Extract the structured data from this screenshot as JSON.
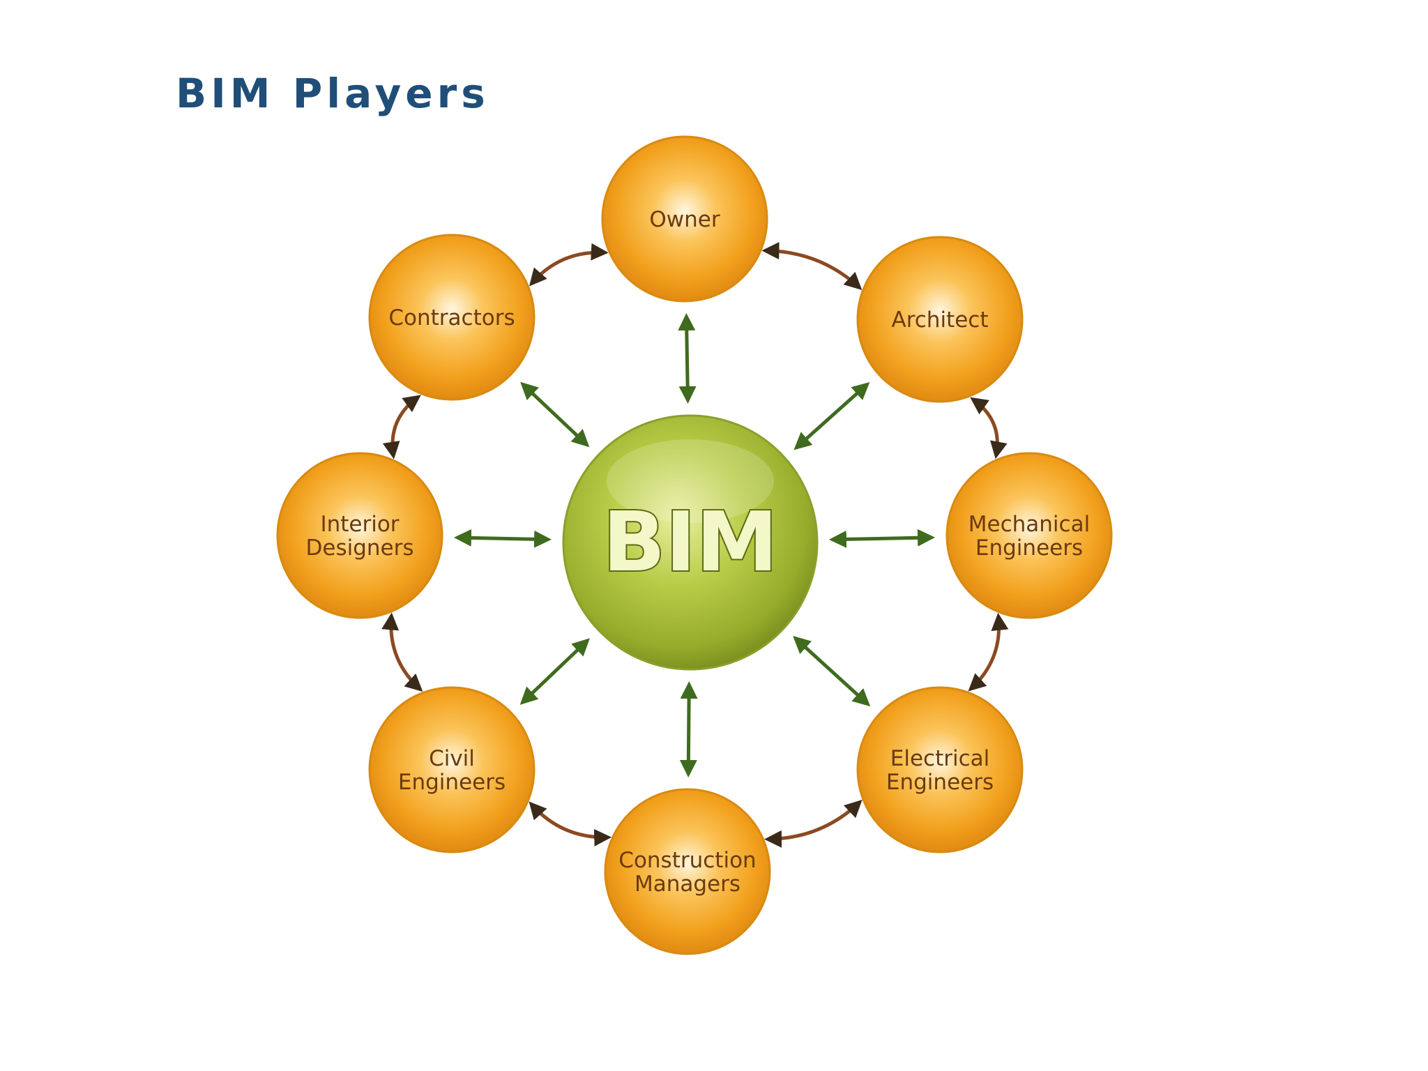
{
  "title": "BIM Players",
  "center": {
    "label": "BIM"
  },
  "players": [
    {
      "id": "owner",
      "lines": [
        "Owner"
      ]
    },
    {
      "id": "architect",
      "lines": [
        "Architect"
      ]
    },
    {
      "id": "mechanical-engineers",
      "lines": [
        "Mechanical",
        "Engineers"
      ]
    },
    {
      "id": "electrical-engineers",
      "lines": [
        "Electrical",
        "Engineers"
      ]
    },
    {
      "id": "construction-managers",
      "lines": [
        "Construction",
        "Managers"
      ]
    },
    {
      "id": "civil-engineers",
      "lines": [
        "Civil",
        "Engineers"
      ]
    },
    {
      "id": "interior-designers",
      "lines": [
        "Interior",
        "Designers"
      ]
    },
    {
      "id": "contractors",
      "lines": [
        "Contractors"
      ]
    }
  ],
  "colors": {
    "title": "#1f4e79",
    "node_fill": "#f5a623",
    "node_label": "#6b3a10",
    "center_fill": "#a8be3a",
    "spoke_arrow": "#3f6b1e",
    "ring_arrow": "#8b4a22"
  }
}
